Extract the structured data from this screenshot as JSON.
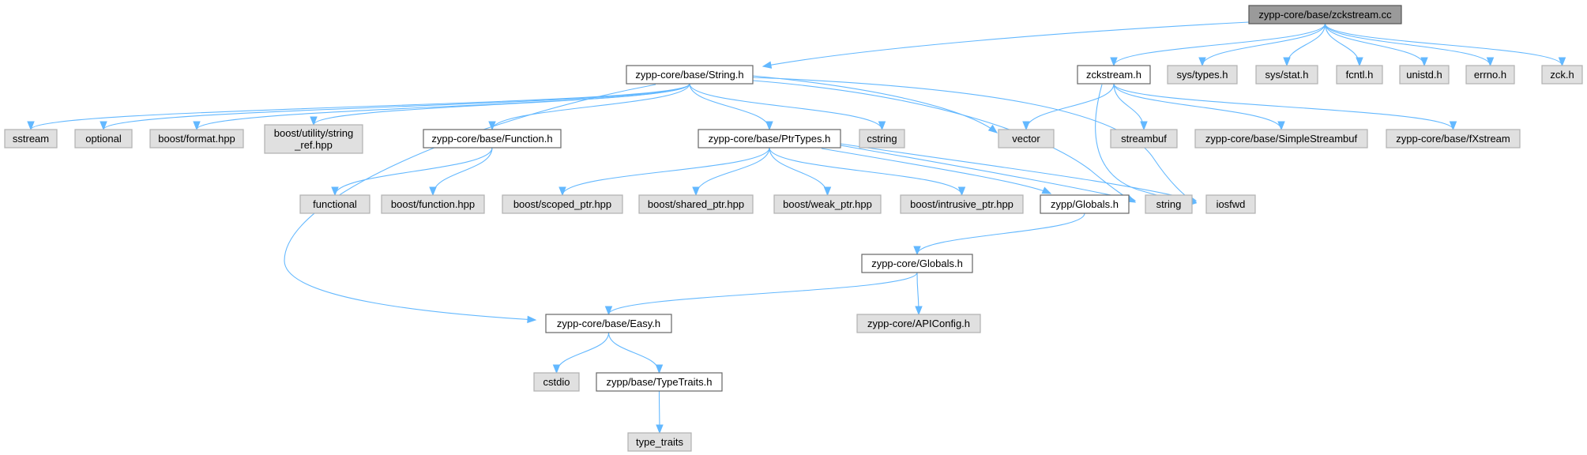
{
  "graph": {
    "nodes": [
      {
        "id": "zckstream_cc",
        "lines": [
          "zypp-core/base/zckstream.cc"
        ],
        "kind": "root"
      },
      {
        "id": "string_h",
        "lines": [
          "zypp-core/base/String.h"
        ],
        "kind": "local"
      },
      {
        "id": "zckstream_h",
        "lines": [
          "zckstream.h"
        ],
        "kind": "local"
      },
      {
        "id": "sys_types",
        "lines": [
          "sys/types.h"
        ],
        "kind": "system"
      },
      {
        "id": "sys_stat",
        "lines": [
          "sys/stat.h"
        ],
        "kind": "system"
      },
      {
        "id": "fcntl",
        "lines": [
          "fcntl.h"
        ],
        "kind": "system"
      },
      {
        "id": "unistd",
        "lines": [
          "unistd.h"
        ],
        "kind": "system"
      },
      {
        "id": "errno",
        "lines": [
          "errno.h"
        ],
        "kind": "system"
      },
      {
        "id": "zck",
        "lines": [
          "zck.h"
        ],
        "kind": "system"
      },
      {
        "id": "sstream",
        "lines": [
          "sstream"
        ],
        "kind": "system"
      },
      {
        "id": "optional",
        "lines": [
          "optional"
        ],
        "kind": "system"
      },
      {
        "id": "boost_format",
        "lines": [
          "boost/format.hpp"
        ],
        "kind": "system"
      },
      {
        "id": "boost_string_ref",
        "lines": [
          "boost/utility/string",
          "_ref.hpp"
        ],
        "kind": "system"
      },
      {
        "id": "function_h",
        "lines": [
          "zypp-core/base/Function.h"
        ],
        "kind": "local"
      },
      {
        "id": "ptrtypes_h",
        "lines": [
          "zypp-core/base/PtrTypes.h"
        ],
        "kind": "local"
      },
      {
        "id": "cstring",
        "lines": [
          "cstring"
        ],
        "kind": "system"
      },
      {
        "id": "vector",
        "lines": [
          "vector"
        ],
        "kind": "system"
      },
      {
        "id": "streambuf",
        "lines": [
          "streambuf"
        ],
        "kind": "system"
      },
      {
        "id": "simplestreambuf",
        "lines": [
          "zypp-core/base/SimpleStreambuf"
        ],
        "kind": "system"
      },
      {
        "id": "fxstream",
        "lines": [
          "zypp-core/base/fXstream"
        ],
        "kind": "system"
      },
      {
        "id": "functional",
        "lines": [
          "functional"
        ],
        "kind": "system"
      },
      {
        "id": "boost_function",
        "lines": [
          "boost/function.hpp"
        ],
        "kind": "system"
      },
      {
        "id": "boost_scoped",
        "lines": [
          "boost/scoped_ptr.hpp"
        ],
        "kind": "system"
      },
      {
        "id": "boost_shared",
        "lines": [
          "boost/shared_ptr.hpp"
        ],
        "kind": "system"
      },
      {
        "id": "boost_weak",
        "lines": [
          "boost/weak_ptr.hpp"
        ],
        "kind": "system"
      },
      {
        "id": "boost_intrusive",
        "lines": [
          "boost/intrusive_ptr.hpp"
        ],
        "kind": "system"
      },
      {
        "id": "zypp_globals",
        "lines": [
          "zypp/Globals.h"
        ],
        "kind": "local"
      },
      {
        "id": "string",
        "lines": [
          "string"
        ],
        "kind": "system"
      },
      {
        "id": "iosfwd",
        "lines": [
          "iosfwd"
        ],
        "kind": "system"
      },
      {
        "id": "core_globals",
        "lines": [
          "zypp-core/Globals.h"
        ],
        "kind": "local"
      },
      {
        "id": "easy_h",
        "lines": [
          "zypp-core/base/Easy.h"
        ],
        "kind": "local"
      },
      {
        "id": "apiconfig",
        "lines": [
          "zypp-core/APIConfig.h"
        ],
        "kind": "system"
      },
      {
        "id": "cstdio",
        "lines": [
          "cstdio"
        ],
        "kind": "system"
      },
      {
        "id": "typetraits_h",
        "lines": [
          "zypp/base/TypeTraits.h"
        ],
        "kind": "local"
      },
      {
        "id": "type_traits",
        "lines": [
          "type_traits"
        ],
        "kind": "system"
      }
    ],
    "edges": [
      [
        "zckstream_cc",
        "string_h"
      ],
      [
        "zckstream_cc",
        "zckstream_h"
      ],
      [
        "zckstream_cc",
        "sys_types"
      ],
      [
        "zckstream_cc",
        "sys_stat"
      ],
      [
        "zckstream_cc",
        "fcntl"
      ],
      [
        "zckstream_cc",
        "unistd"
      ],
      [
        "zckstream_cc",
        "errno"
      ],
      [
        "zckstream_cc",
        "zck"
      ],
      [
        "string_h",
        "sstream"
      ],
      [
        "string_h",
        "optional"
      ],
      [
        "string_h",
        "boost_format"
      ],
      [
        "string_h",
        "boost_string_ref"
      ],
      [
        "string_h",
        "function_h"
      ],
      [
        "string_h",
        "ptrtypes_h"
      ],
      [
        "string_h",
        "cstring"
      ],
      [
        "string_h",
        "vector"
      ],
      [
        "string_h",
        "string"
      ],
      [
        "string_h",
        "iosfwd"
      ],
      [
        "string_h",
        "easy_h"
      ],
      [
        "zckstream_h",
        "vector"
      ],
      [
        "zckstream_h",
        "streambuf"
      ],
      [
        "zckstream_h",
        "simplestreambuf"
      ],
      [
        "zckstream_h",
        "fxstream"
      ],
      [
        "zckstream_h",
        "iosfwd"
      ],
      [
        "function_h",
        "functional"
      ],
      [
        "function_h",
        "boost_function"
      ],
      [
        "ptrtypes_h",
        "boost_scoped"
      ],
      [
        "ptrtypes_h",
        "boost_shared"
      ],
      [
        "ptrtypes_h",
        "boost_weak"
      ],
      [
        "ptrtypes_h",
        "boost_intrusive"
      ],
      [
        "ptrtypes_h",
        "zypp_globals"
      ],
      [
        "ptrtypes_h",
        "string"
      ],
      [
        "ptrtypes_h",
        "iosfwd"
      ],
      [
        "zypp_globals",
        "core_globals"
      ],
      [
        "core_globals",
        "easy_h"
      ],
      [
        "core_globals",
        "apiconfig"
      ],
      [
        "easy_h",
        "cstdio"
      ],
      [
        "easy_h",
        "typetraits_h"
      ],
      [
        "typetraits_h",
        "type_traits"
      ]
    ]
  },
  "colors": {
    "edge": "#63b8ff",
    "root_fill": "#9a9a9a",
    "local_fill": "#ffffff",
    "system_fill": "#e0e0e0"
  }
}
